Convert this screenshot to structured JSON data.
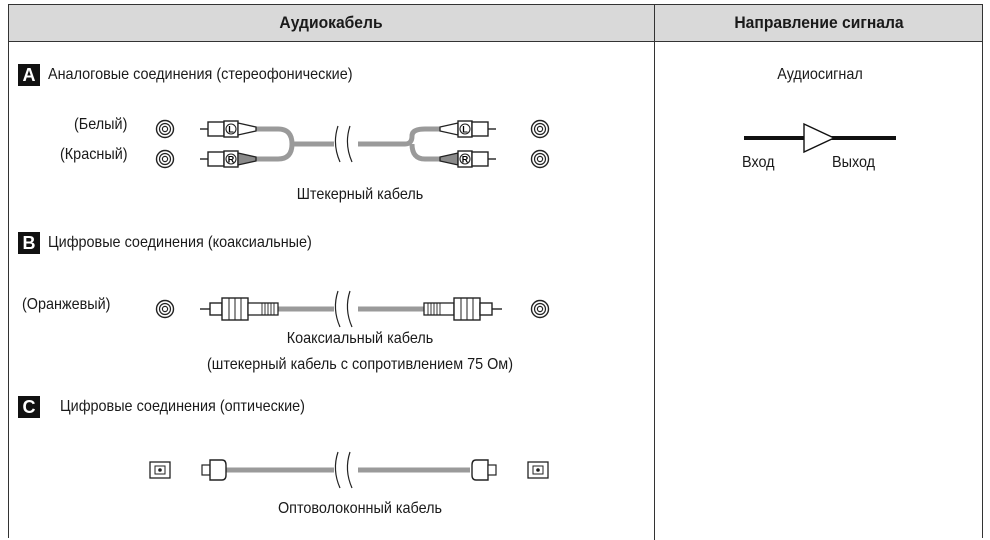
{
  "table": {
    "col_audio_header": "Аудиокабель",
    "col_signal_header": "Направление сигнала"
  },
  "sections": {
    "a": {
      "badge": "A",
      "title": "Аналоговые соединения (стереофонические)",
      "label_white": "(Белый)",
      "label_red": "(Красный)",
      "plug_left": "L",
      "plug_right": "R",
      "cable_name": "Штекерный кабель"
    },
    "b": {
      "badge": "B",
      "title": "Цифровые соединения (коаксиальные)",
      "label_orange": "(Оранжевый)",
      "cable_name": "Коаксиальный кабель",
      "cable_note": "(штекерный кабель с сопротивлением 75 Ом)"
    },
    "c": {
      "badge": "C",
      "title": "Цифровые соединения (оптические)",
      "cable_name": "Оптоволоконный кабель"
    }
  },
  "signal": {
    "label": "Аудиосигнал",
    "input": "Вход",
    "output": "Выход"
  },
  "colors": {
    "header_bg": "#d9d9d9",
    "cable_gray": "#9a9a9a",
    "ink": "#1a1a1a"
  }
}
